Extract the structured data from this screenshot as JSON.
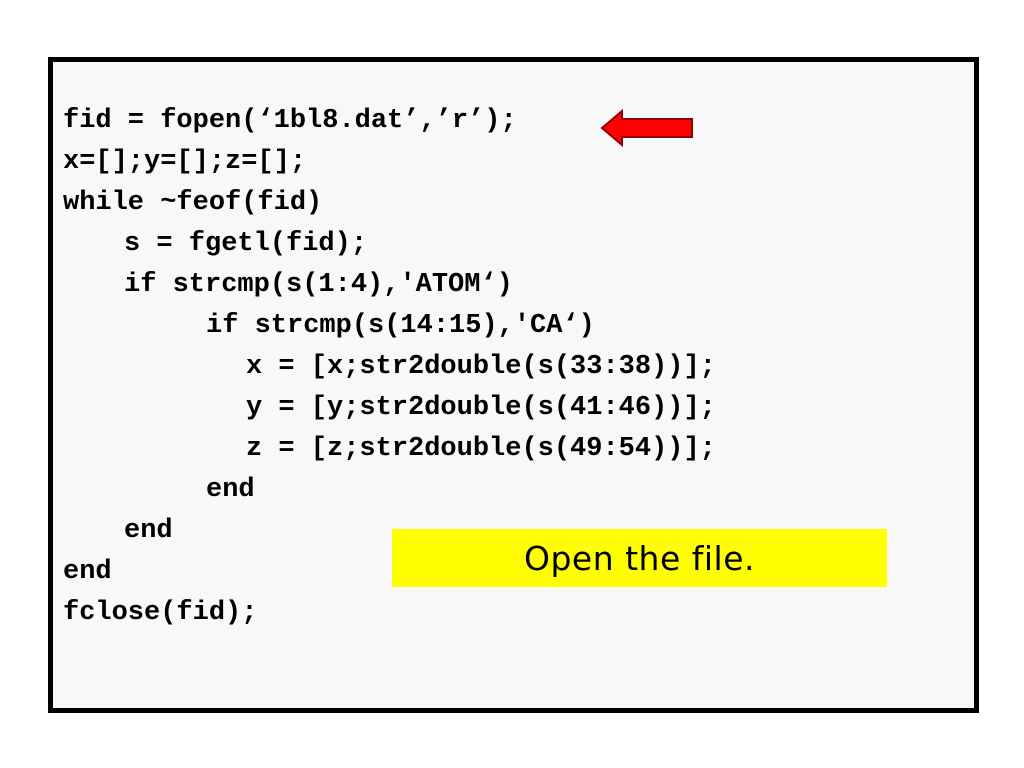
{
  "code": {
    "lines": [
      "fid = fopen(‘1bl8.dat’,’r’);",
      "x=[];y=[];z=[];",
      "while ~feof(fid)",
      "s = fgetl(fid);",
      "if strcmp(s(1:4),'ATOM‘)",
      "if strcmp(s(14:15),'CA‘)",
      "x = [x;str2double(s(33:38))];",
      "y = [y;str2double(s(41:46))];",
      "z = [z;str2double(s(49:54))];",
      "end",
      "end",
      "end",
      "fclose(fid);"
    ]
  },
  "callout": {
    "text": "Open the file."
  },
  "colors": {
    "arrow": "#ff0000",
    "callout_background": "#ffff00",
    "code_background": "#f8f8f8"
  },
  "icons": {
    "pointer": "left-arrow-icon"
  }
}
